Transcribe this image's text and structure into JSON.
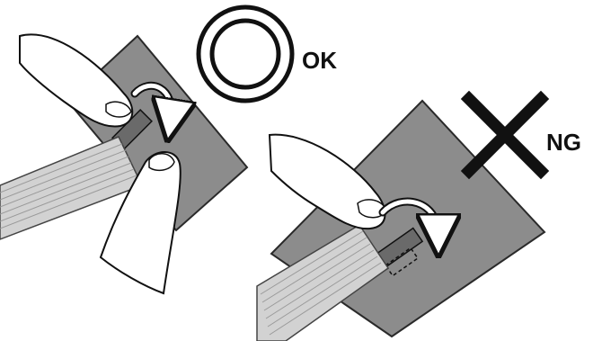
{
  "ok_panel": {
    "label": "OK",
    "symbol": "double-circle"
  },
  "ng_panel": {
    "label": "NG",
    "symbol": "cross"
  },
  "colors": {
    "board": "#8c8c8c",
    "board_edge": "#2a2a2a",
    "cable": "#d2d2d2",
    "cable_lines": "#9a9a9a",
    "finger": "#ffffff",
    "outline": "#111111",
    "arrow": "#ffffff"
  }
}
